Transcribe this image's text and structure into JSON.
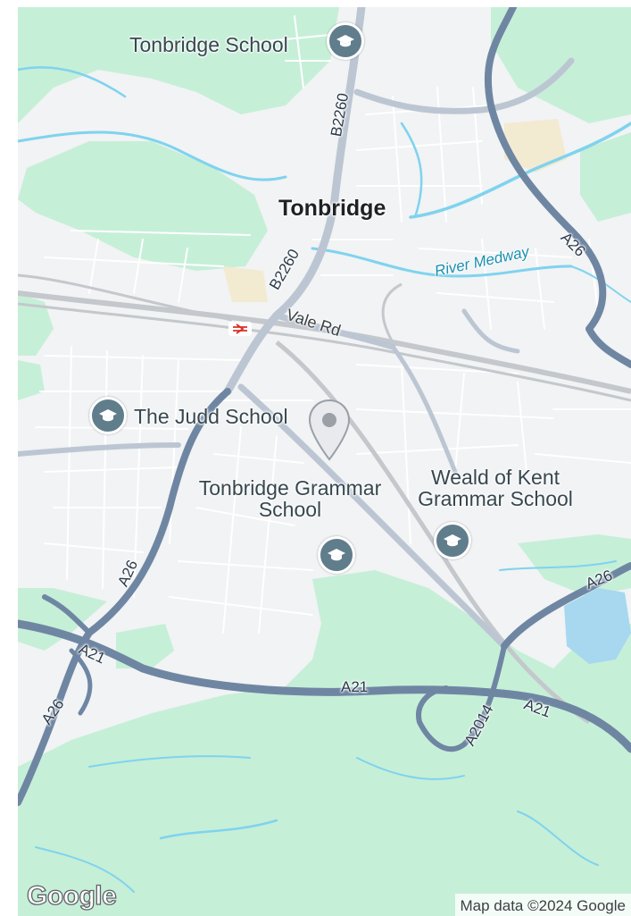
{
  "map": {
    "town_label": "Tonbridge",
    "attribution": "Map data ©2024 Google",
    "logo_text": "Google",
    "colors": {
      "land": "#f1f3f4",
      "park": "#c6efd8",
      "water": "#a7d8f0",
      "river": "#7fd3ee",
      "trunk_road": "#6f86a3",
      "b_road": "#bcc6d3",
      "railway": "#c4c8cc",
      "poi_pin": "#607d8b"
    },
    "schools": [
      {
        "id": "tonbridge-school",
        "label": "Tonbridge School",
        "icon": "school-icon"
      },
      {
        "id": "judd-school",
        "label": "The Judd School",
        "icon": "school-icon"
      },
      {
        "id": "tonbridge-grammar",
        "label": "Tonbridge Grammar School",
        "icon": "school-icon"
      },
      {
        "id": "weald-of-kent",
        "label": "Weald of Kent Grammar School",
        "icon": "school-icon"
      }
    ],
    "roads": [
      {
        "id": "b2260-north",
        "label": "B2260"
      },
      {
        "id": "b2260-south",
        "label": "B2260"
      },
      {
        "id": "vale-rd",
        "label": "Vale Rd"
      },
      {
        "id": "a26-ne",
        "label": "A26"
      },
      {
        "id": "a26-west",
        "label": "A26"
      },
      {
        "id": "a26-sw",
        "label": "A26"
      },
      {
        "id": "a26-se",
        "label": "A26"
      },
      {
        "id": "a21-west",
        "label": "A21"
      },
      {
        "id": "a21-centre",
        "label": "A21"
      },
      {
        "id": "a21-east",
        "label": "A21"
      },
      {
        "id": "a2014",
        "label": "A2014"
      }
    ],
    "water": [
      {
        "id": "river-medway",
        "label": "River Medway"
      }
    ],
    "icons": {
      "station": "railway-station-icon",
      "dropped_pin": "location-pin-icon"
    }
  }
}
